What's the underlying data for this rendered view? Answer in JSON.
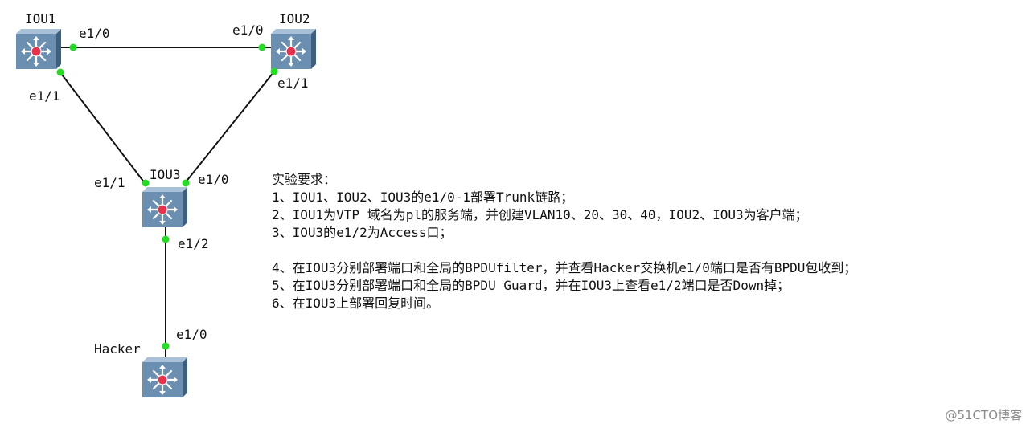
{
  "colors": {
    "link": "#111111",
    "port_dot": "#22dd22",
    "switch_face": "#6b8fb0",
    "switch_dark": "#3f5f7f",
    "switch_light": "#a9c1d8",
    "switch_core": "#e8324b",
    "watermark": "#8a8a8a"
  },
  "nodes": {
    "iou1": {
      "name": "IOU1",
      "icon": "switch-icon"
    },
    "iou2": {
      "name": "IOU2",
      "icon": "switch-icon"
    },
    "iou3": {
      "name": "IOU3",
      "icon": "switch-icon"
    },
    "hacker": {
      "name": "Hacker",
      "icon": "switch-icon"
    }
  },
  "ports": {
    "iou1_e10": "e1/0",
    "iou2_e10": "e1/0",
    "iou1_e11": "e1/1",
    "iou2_e11": "e1/1",
    "iou3_e11": "e1/1",
    "iou3_e10": "e1/0",
    "iou3_e12": "e1/2",
    "hacker_e10": "e1/0"
  },
  "requirements": {
    "title": "实验要求：",
    "items": [
      "1、IOU1、IOU2、IOU3的e1/0-1部署Trunk链路；",
      "2、IOU1为VTP 域名为pl的服务端，并创建VLAN10、20、30、40，IOU2、IOU3为客户端；",
      "3、IOU3的e1/2为Access口；",
      "4、在IOU3分别部署端口和全局的BPDUfilter，并查看Hacker交换机e1/0端口是否有BPDU包收到；",
      "5、在IOU3分别部署端口和全局的BPDU Guard，并在IOU3上查看e1/2端口是否Down掉；",
      "6、在IOU3上部署回复时间。"
    ]
  },
  "watermark": "@51CTO博客"
}
